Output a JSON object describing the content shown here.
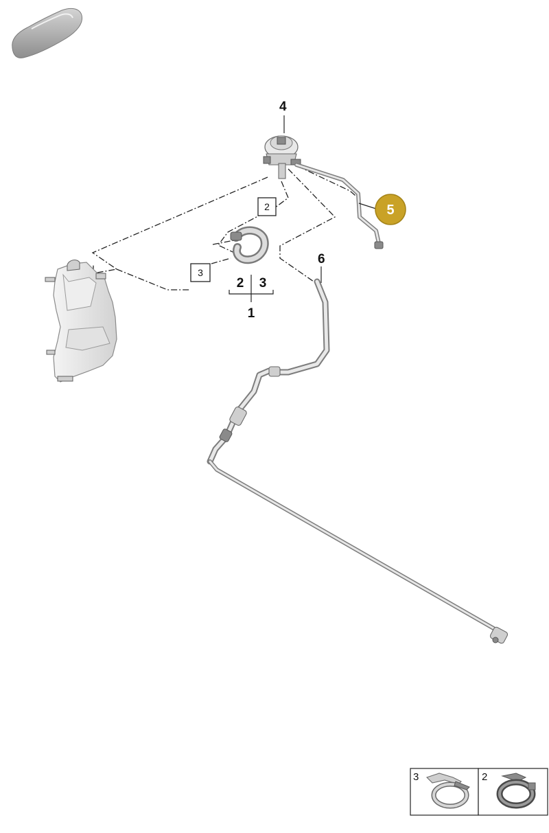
{
  "diagram": {
    "callouts": {
      "part_1": "1",
      "part_4": "4",
      "part_5": "5",
      "part_6": "6",
      "group_2": "2",
      "group_3": "3"
    },
    "boxed_refs": {
      "ref_2": "2",
      "ref_3": "3"
    },
    "highlight_color": "#c9a227",
    "legend": {
      "items": [
        {
          "label": "3",
          "icon": "hose-clamp-spring-icon"
        },
        {
          "label": "2",
          "icon": "hose-clamp-band-icon"
        }
      ]
    },
    "vehicle_icon": "car-silhouette-icon"
  }
}
